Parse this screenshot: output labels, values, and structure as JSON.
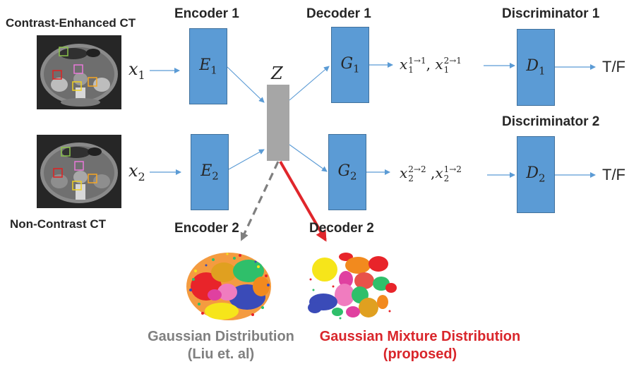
{
  "inputs": {
    "ct1_label": "Contrast-Enhanced CT",
    "ct2_label": "Non-Contrast CT",
    "x1": "x",
    "x1_sub": "1",
    "x2": "x",
    "x2_sub": "2"
  },
  "encoders": {
    "enc1_title": "Encoder 1",
    "enc2_title": "Encoder 2",
    "e1": "E",
    "e1_sub": "1",
    "e2": "E",
    "e2_sub": "2"
  },
  "latent": {
    "label": "Z"
  },
  "decoders": {
    "dec1_title": "Decoder 1",
    "dec2_title": "Decoder 2",
    "g1": "G",
    "g1_sub": "1",
    "g2": "G",
    "g2_sub": "2"
  },
  "outputs": {
    "out1": [
      {
        "var": "x",
        "sup": "1→1",
        "sub": "1"
      },
      {
        "var": "x",
        "sup": "2→1",
        "sub": "1"
      }
    ],
    "out2": [
      {
        "var": "x",
        "sup": "2→2",
        "sub": "2"
      },
      {
        "var": "x",
        "sup": "1→2",
        "sub": "2"
      }
    ],
    "separator": ","
  },
  "discriminators": {
    "disc1_title": "Discriminator 1",
    "disc2_title": "Discriminator 2",
    "d1": "D",
    "d1_sub": "1",
    "d2": "D",
    "d2_sub": "2",
    "result1": "T/F",
    "result2": "T/F"
  },
  "distributions": {
    "gaussian_line1": "Gaussian Distribution",
    "gaussian_line2": "(Liu et. al)",
    "mixture_line1": "Gaussian Mixture Distribution",
    "mixture_line2": "(proposed)"
  },
  "colors": {
    "block_fill": "#5b9bd5",
    "block_border": "#41719c",
    "latent_fill": "#a6a6a6",
    "arrow_blue": "#5b9bd5",
    "arrow_gray": "#7f7f7f",
    "arrow_red": "#e0262b",
    "caption_gray": "#808080",
    "caption_red": "#d9262b",
    "roi_colors": [
      "#8bc34a",
      "#e879d8",
      "#e02020",
      "#f0c020",
      "#f5a623"
    ],
    "cluster_colors": [
      "#e8242a",
      "#f28a1e",
      "#f6e51a",
      "#2fbf6a",
      "#3a4bb8",
      "#e040a0",
      "#f07cbf",
      "#9acd32"
    ]
  }
}
